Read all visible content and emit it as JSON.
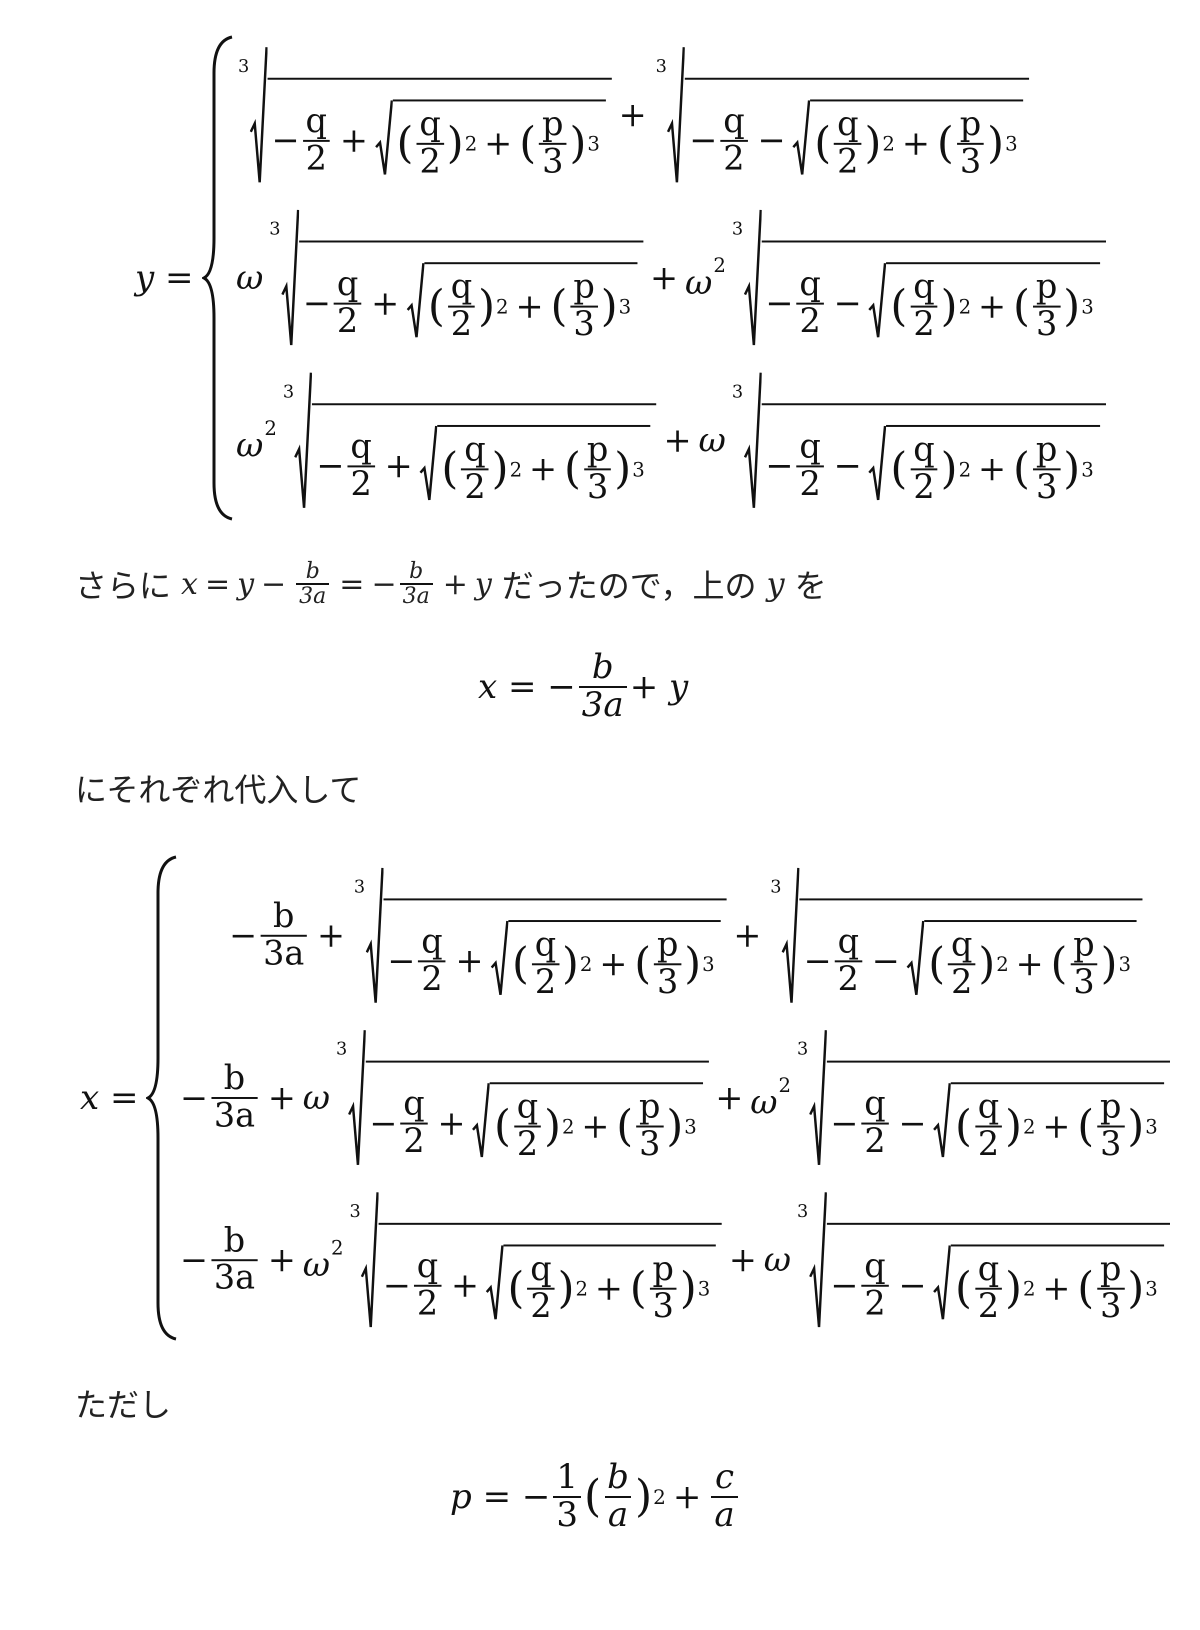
{
  "system_y": {
    "lhs": "y ="
  },
  "system_x": {
    "lhs": "x ="
  },
  "terms": {
    "minus_b_3a": "−",
    "plus": "+",
    "minus": "−",
    "omega": "ω",
    "omega_sq_base": "ω",
    "sq": "2",
    "cube": "3",
    "q": "q",
    "p": "p",
    "b": "b",
    "a": "a",
    "c": "c",
    "two": "2",
    "three": "3",
    "three_a": "3a",
    "one": "1"
  },
  "text": {
    "line1_a": "さらに",
    "line1_b": "だったので，上の",
    "line1_c": "を",
    "line2": "にそれぞれ代入して",
    "line3": "ただし"
  },
  "eq_x": "x = −",
  "eq_x_tail": "+ y",
  "eq_p": "p = −"
}
